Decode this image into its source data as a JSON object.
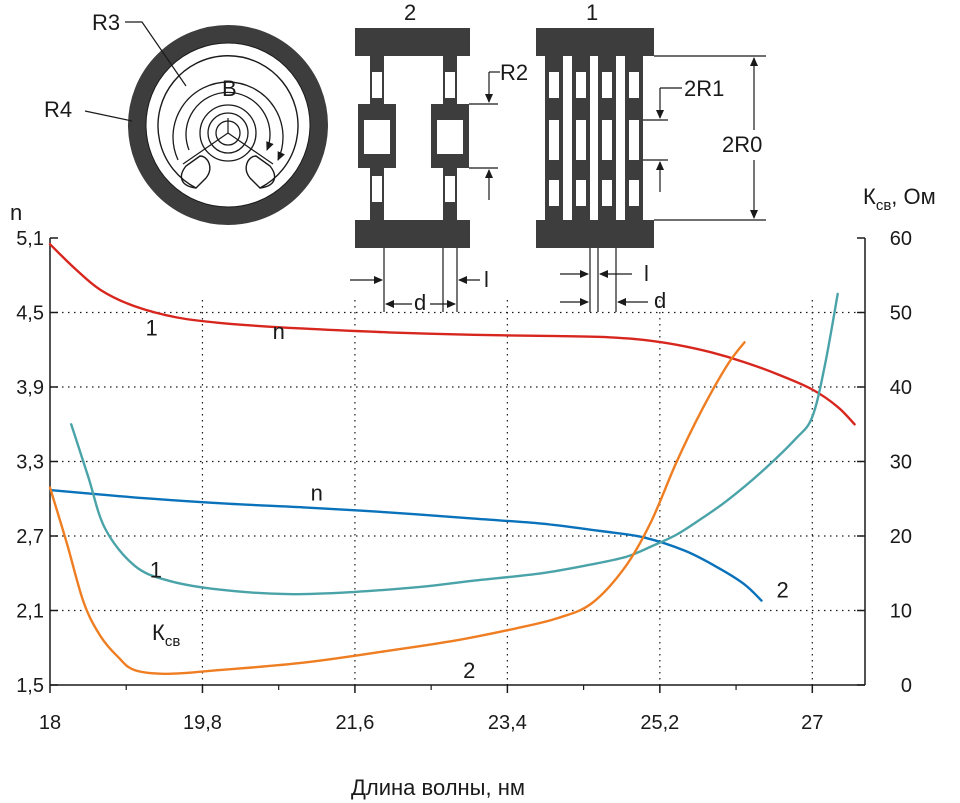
{
  "colors": {
    "red": "#d7261e",
    "blue": "#0a72ba",
    "teal": "#4aa3a8",
    "orange": "#ef7d22",
    "dark": "#3d3d3d",
    "axis": "#1a1a1a"
  },
  "chart_data": {
    "type": "line",
    "xlabel": "Длина волны, нм",
    "ylabel_left": "n",
    "ylabel_right_main": "К",
    "ylabel_right_sub": "св",
    "ylabel_right_unit": ", Ом",
    "x_ticks": [
      "18",
      "19,8",
      "21,6",
      "23,4",
      "25,2",
      "27"
    ],
    "x_tick_values": [
      18,
      19.8,
      21.6,
      23.4,
      25.2,
      27
    ],
    "xlim": [
      18,
      27.5
    ],
    "y_left_ticks": [
      "5,1",
      "4,5",
      "3,9",
      "3,3",
      "2,7",
      "2,1",
      "1,5"
    ],
    "y_left_tick_values": [
      5.1,
      4.5,
      3.9,
      3.3,
      2.7,
      2.1,
      1.5
    ],
    "ylim_left": [
      1.5,
      5.1
    ],
    "y_right_ticks": [
      "60",
      "50",
      "40",
      "30",
      "20",
      "10",
      "0"
    ],
    "y_right_tick_values": [
      60,
      50,
      40,
      30,
      20,
      10,
      0
    ],
    "ylim_right": [
      0,
      60
    ],
    "grid": "dotted",
    "series": [
      {
        "key": "n1",
        "color": "red",
        "axis": "left",
        "x": [
          18.0,
          18.3,
          18.6,
          19.0,
          19.5,
          20.1,
          21.0,
          22.0,
          23.0,
          24.0,
          24.6,
          25.0,
          25.4,
          25.8,
          26.2,
          26.6,
          27.0,
          27.3,
          27.5
        ],
        "y": [
          5.05,
          4.85,
          4.68,
          4.55,
          4.46,
          4.41,
          4.37,
          4.34,
          4.32,
          4.31,
          4.3,
          4.28,
          4.24,
          4.18,
          4.1,
          4.0,
          3.88,
          3.74,
          3.6
        ]
      },
      {
        "key": "n2",
        "color": "blue",
        "axis": "left",
        "x": [
          18.0,
          18.5,
          19.2,
          20.1,
          21.0,
          22.0,
          23.0,
          23.8,
          24.5,
          25.0,
          25.5,
          25.9,
          26.2,
          26.4
        ],
        "y": [
          3.07,
          3.04,
          3.0,
          2.96,
          2.93,
          2.89,
          2.84,
          2.8,
          2.74,
          2.69,
          2.58,
          2.44,
          2.31,
          2.18
        ]
      },
      {
        "key": "k1",
        "color": "teal",
        "axis": "right",
        "x": [
          18.25,
          18.45,
          18.65,
          19.0,
          19.4,
          20.0,
          20.8,
          21.6,
          22.4,
          23.0,
          23.8,
          24.4,
          24.8,
          25.1,
          25.4,
          25.7,
          26.0,
          26.4,
          26.8,
          27.0,
          27.15,
          27.3
        ],
        "y": [
          35,
          28,
          21,
          16,
          14,
          12.8,
          12.2,
          12.5,
          13.2,
          14.0,
          15.0,
          16.2,
          17.2,
          18.6,
          20.2,
          22.4,
          24.8,
          28.6,
          33.0,
          36.0,
          43.0,
          52.5
        ]
      },
      {
        "key": "k2",
        "color": "orange",
        "axis": "right",
        "x": [
          18.0,
          18.2,
          18.4,
          18.6,
          18.8,
          19.0,
          19.4,
          20.0,
          21.0,
          22.0,
          22.8,
          23.5,
          24.0,
          24.4,
          24.8,
          25.1,
          25.4,
          25.7,
          26.0,
          26.2
        ],
        "y": [
          26.5,
          19,
          11,
          6.5,
          3.8,
          2.0,
          1.5,
          2.0,
          3.0,
          4.6,
          6.0,
          7.6,
          9.0,
          11.0,
          16.0,
          22.0,
          30.0,
          37.0,
          43.0,
          46.0
        ]
      }
    ],
    "annotations": [
      {
        "text": "1",
        "x": 19.2,
        "y": 4.38
      },
      {
        "text": "n",
        "x": 20.7,
        "y": 4.35
      },
      {
        "text": "n",
        "x": 21.15,
        "y": 3.05
      },
      {
        "text": "1",
        "x": 19.25,
        "y": 2.43
      },
      {
        "text": "2",
        "x": 26.65,
        "y": 2.27
      },
      {
        "text": "2",
        "x": 22.95,
        "y": 1.62
      }
    ],
    "kcb_label": {
      "main": "К",
      "sub": "св"
    }
  },
  "diagram": {
    "ring": {
      "labels": [
        "R3",
        "R4",
        "B"
      ]
    },
    "element2": {
      "number": "2",
      "labels": [
        "R2",
        "d",
        "l"
      ]
    },
    "element1": {
      "number": "1",
      "labels": [
        "2R1",
        "2R0",
        "d",
        "l"
      ]
    }
  }
}
